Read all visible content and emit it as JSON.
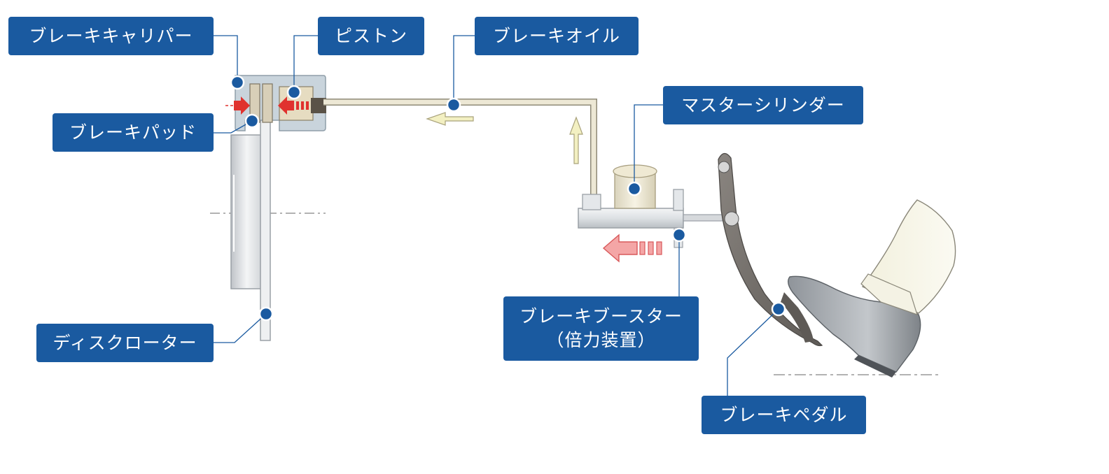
{
  "labels": {
    "caliper": "ブレーキキャリパー",
    "piston": "ピストン",
    "brake_oil": "ブレーキオイル",
    "brake_pad": "ブレーキパッド",
    "master_cylinder": "マスターシリンダー",
    "disc_rotor": "ディスクローター",
    "brake_booster_line1": "ブレーキブースター",
    "brake_booster_line2": "（倍力装置）",
    "brake_pedal": "ブレーキペダル"
  },
  "colors": {
    "label_bg": "#1a5aa0",
    "label_text": "#ffffff",
    "leader_line": "#1a5aa0",
    "marker_dot": "#1a5aa0",
    "pressure_arrow": "#e0322e",
    "flow_arrow": "#f3f0c2",
    "caliper_body": "#c9d4dc",
    "pipe": "#ede8d5",
    "pedal": "#6e6a66"
  },
  "icons": [
    "red-pressure-arrow",
    "cream-flow-arrow",
    "marker-dot"
  ]
}
